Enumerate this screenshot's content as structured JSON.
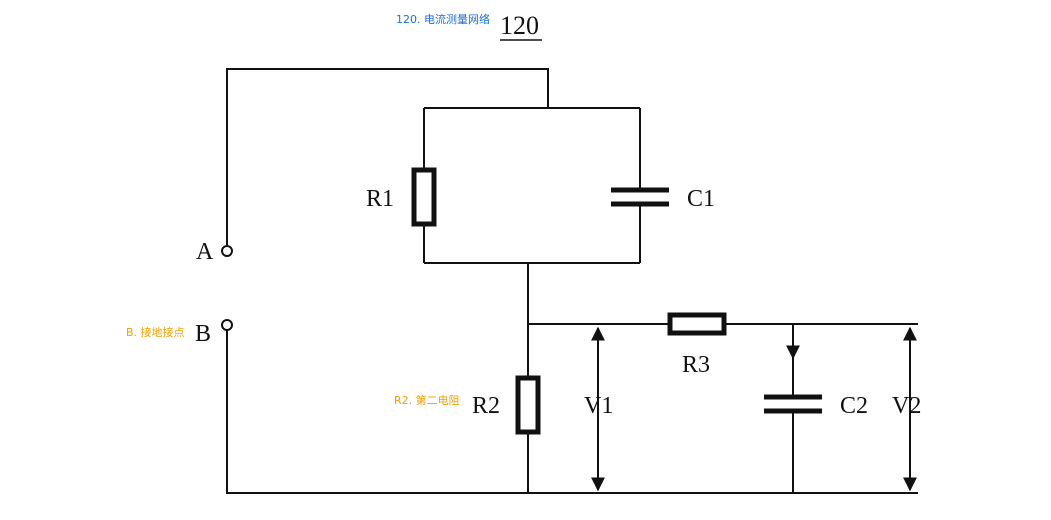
{
  "title": "120",
  "annotations": {
    "title_note": "120. 电流测量网络",
    "b_note": "B. 接地接点",
    "r2_note": "R2. 第二电阻"
  },
  "annotation_colors": {
    "blue": "#1a6fd6",
    "orange": "#f0a000"
  },
  "terminals": {
    "a": "A",
    "b": "B"
  },
  "components": {
    "r1": "R1",
    "c1": "C1",
    "r2": "R2",
    "r3": "R3",
    "c2": "C2"
  },
  "voltages": {
    "v1": "V1",
    "v2": "V2"
  }
}
